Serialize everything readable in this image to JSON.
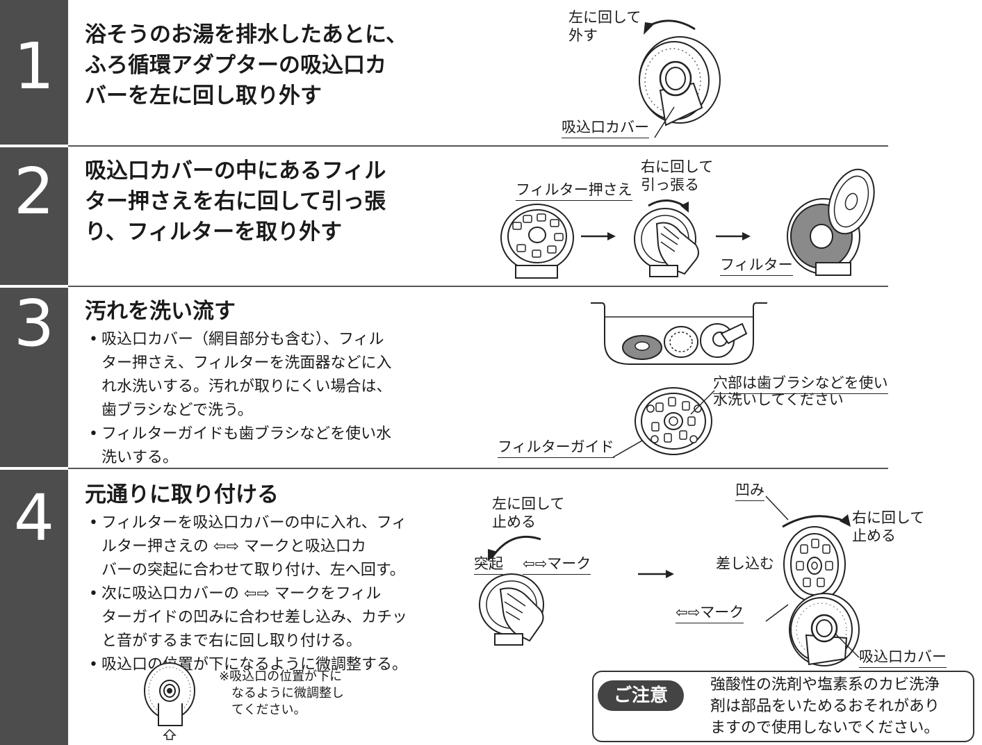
{
  "steps": [
    {
      "number": "1",
      "heading": [
        "浴そうのお湯を排水したあとに、",
        "ふろ循環アダプターの吸込口カ",
        "バーを左に回し取り外す"
      ],
      "labels": {
        "rotate": [
          "左に回して",
          "外す"
        ],
        "cover": "吸込口カバー"
      }
    },
    {
      "number": "2",
      "heading": [
        "吸込口カバーの中にあるフィル",
        "ター押さえを右に回して引っ張",
        "り、フィルターを取り外す"
      ],
      "labels": {
        "filter_holder": "フィルター押さえ",
        "rotate": [
          "右に回して",
          "引っ張る"
        ],
        "filter": "フィルター"
      }
    },
    {
      "number": "3",
      "heading": [
        "汚れを洗い流す"
      ],
      "bullets": [
        [
          "吸込口カバー（網目部分も含む）、フィル",
          "ター押さえ、フィルターを洗面器などに入",
          "れ水洗いする。汚れが取りにくい場合は、",
          "歯ブラシなどで洗う。"
        ],
        [
          "フィルターガイドも歯ブラシなどを使い水",
          "洗いする。"
        ]
      ],
      "labels": {
        "holes": [
          "穴部は歯ブラシなどを使い",
          "水洗いしてください"
        ],
        "guide": "フィルターガイド"
      }
    },
    {
      "number": "4",
      "heading": [
        "元通りに取り付ける"
      ],
      "bullets": [
        [
          "フィルターを吸込口カバーの中に入れ、フィ",
          "ルター押さえの ⇦⇨ マークと吸込口カ",
          "バーの突起に合わせて取り付け、左へ回す。"
        ],
        [
          "次に吸込口カバーの ⇦⇨ マークをフィル",
          "ターガイドの凹みに合わせ差し込み、カチッ",
          "と音がするまで右に回し取り付ける。"
        ],
        [
          "吸込口の位置が下になるように微調整する。"
        ]
      ],
      "small_note": [
        "※吸込口の位置が下に",
        "　なるように微調整し",
        "　てください。"
      ],
      "labels": {
        "rotate_left": [
          "左に回して",
          "止める"
        ],
        "protrusion": "突起",
        "mark1": "⇦⇨マーク",
        "dent": "凹み",
        "rotate_right": [
          "右に回して",
          "止める"
        ],
        "insert": "差し込む",
        "mark2": "⇦⇨マーク",
        "cover": "吸込口カバー"
      }
    }
  ],
  "caution": {
    "badge": "ご注意",
    "text": [
      "強酸性の洗剤や塩素系のカビ洗浄",
      "剤は部品をいためるおそれがあり",
      "ますので使用しないでください。"
    ]
  },
  "colors": {
    "number_band": "#4d4d4d",
    "badge": "#444444",
    "filter_gray": "#8a8a8a"
  }
}
